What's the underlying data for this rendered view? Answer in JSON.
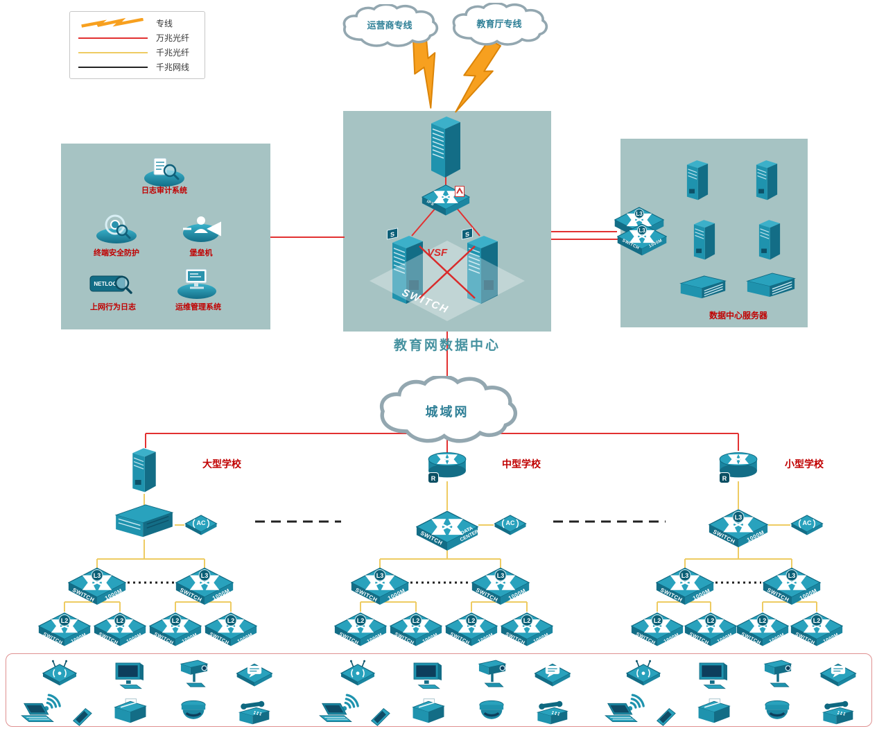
{
  "legend": {
    "items": [
      {
        "label": "专线",
        "type": "lightning",
        "color": "#f7a01f"
      },
      {
        "label": "万兆光纤",
        "type": "line",
        "color": "#e23131"
      },
      {
        "label": "千兆光纤",
        "type": "line",
        "color": "#eecb62"
      },
      {
        "label": "千兆网线",
        "type": "line",
        "color": "#222222"
      }
    ]
  },
  "clouds": {
    "carrier": "运营商专线",
    "education": "教育厅专线",
    "man": "城域网"
  },
  "datacenter": {
    "title": "教育网数据中心",
    "vsf_label": "VSF",
    "switch_watermark": "SWITCH",
    "ips_label": "IPS",
    "server_flag": "S"
  },
  "security_panel": {
    "log_audit": "日志审计系统",
    "terminal_protection": "终端安全防护",
    "bastion_host": "堡垒机",
    "netlog_device": "NETLOG",
    "net_behavior_log": "上网行为日志",
    "ops_management": "运维管理系统"
  },
  "server_panel": {
    "caption": "数据中心服务器"
  },
  "schools": {
    "large": "大型学校",
    "medium": "中型学校",
    "small": "小型学校"
  },
  "device_labels": {
    "switch": "SWITCH",
    "speed": "1000M",
    "l3": "L3",
    "l2": "L2",
    "ac": "AC",
    "router": "R",
    "data": "DATA",
    "center": "CENTER"
  },
  "colors": {
    "panel_teal": "#a6c3c3",
    "line_red": "#e23131",
    "line_yellow": "#eecb62",
    "line_black": "#222222",
    "lightning_orange": "#f7a01f",
    "device_teal": "#1f95b0",
    "label_red": "#c00000",
    "title_teal": "#45919f"
  }
}
